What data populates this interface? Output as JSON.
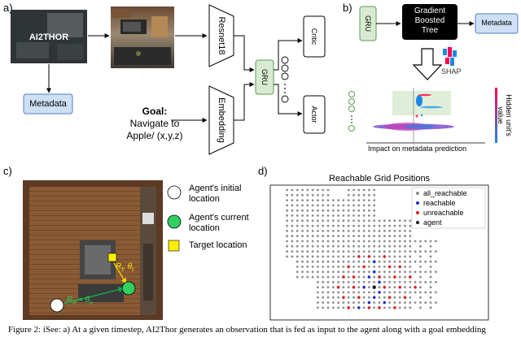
{
  "panels": {
    "a": "a)",
    "b": "b)",
    "c": "c)",
    "d": "d)"
  },
  "panel_a": {
    "logo": "AI2THOR",
    "metadata": "Metadata",
    "resnet": "Resnet18",
    "embedding": "Embedding",
    "gru": "GRU",
    "critic": "Critic",
    "actor": "Actor",
    "goal_title": "Goal:",
    "goal_line1": "Navigate to",
    "goal_line2": "Apple/ (x,y,z)"
  },
  "panel_b": {
    "gru": "GRU",
    "gbt_line1": "Gradient",
    "gbt_line2": "Boosted",
    "gbt_line3": "Tree",
    "metadata": "Metadata",
    "shap": "SHAP",
    "xlabel": "Impact on metadata prediction",
    "side_line1": "Hidden unit's",
    "side_line2": "value"
  },
  "panel_c": {
    "legend": [
      {
        "label_line1": "Agent's initial",
        "label_line2": "location",
        "marker": "white-circle"
      },
      {
        "label_line1": "Agent's current",
        "label_line2": "location",
        "marker": "green-circle"
      },
      {
        "label_line1": "Target location",
        "label_line2": "",
        "marker": "yellow-square"
      }
    ],
    "rt": "R",
    "rt_sub": "t",
    "theta_t": ", θ",
    "theta_t_sub": "t",
    "ra": "R",
    "ra_sub": "a",
    "eq": " = θ",
    "theta_a_sub": "a"
  },
  "chart_data": {
    "type": "scatter",
    "title": "Reachable Grid Positions",
    "legend_position": "top-right",
    "grid": false,
    "series": [
      {
        "name": "all_reachable",
        "color": "#8c8c8c"
      },
      {
        "name": "reachable",
        "color": "#1f2fd0"
      },
      {
        "name": "unreachable",
        "color": "#e02020"
      },
      {
        "name": "agent",
        "color": "#111111"
      }
    ]
  },
  "caption": "Figure 2: iSee: a) At a given timestep, AI2Thor generates an observation that is fed as input to the agent along with a goal embedding"
}
